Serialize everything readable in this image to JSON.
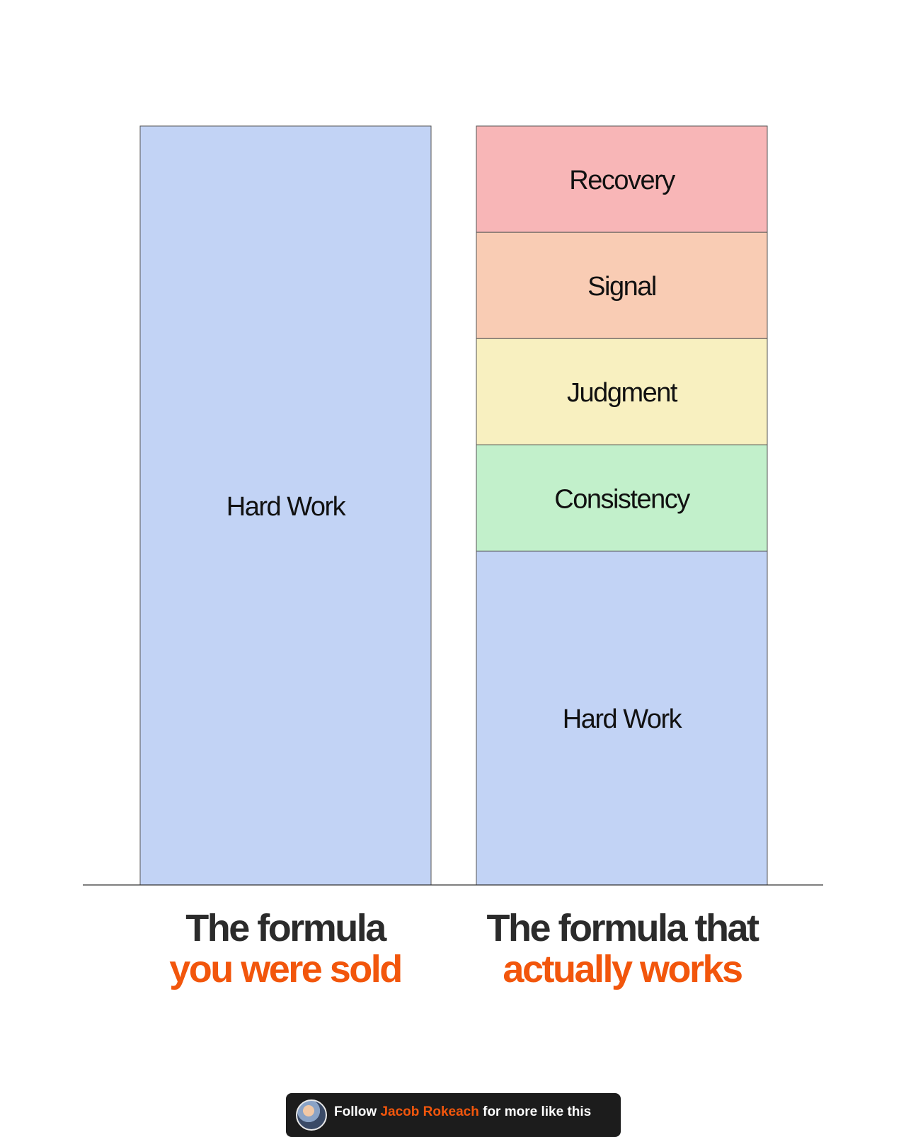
{
  "chart_data": {
    "type": "bar",
    "stacked": true,
    "categories": [
      "The formula you were sold",
      "The formula that actually works"
    ],
    "bars": [
      {
        "segments": [
          {
            "label": "Hard Work",
            "value": 1.0,
            "color": "#c2d3f5"
          }
        ]
      },
      {
        "segments": [
          {
            "label": "Hard Work",
            "value": 0.44,
            "color": "#c2d3f5"
          },
          {
            "label": "Consistency",
            "value": 0.14,
            "color": "#c2f0cb"
          },
          {
            "label": "Judgment",
            "value": 0.14,
            "color": "#f8f0c0"
          },
          {
            "label": "Signal",
            "value": 0.14,
            "color": "#f9ccb4"
          },
          {
            "label": "Recovery",
            "value": 0.14,
            "color": "#f8b6b7"
          }
        ]
      }
    ],
    "ylim": [
      0,
      1
    ],
    "grid": false,
    "legend": "none",
    "title": "",
    "xlabel": "",
    "ylabel": ""
  },
  "captions": {
    "left": {
      "line1": "The formula",
      "line2": "you were sold"
    },
    "right": {
      "line1": "The formula that",
      "line2": "actually works"
    }
  },
  "footer": {
    "prefix": "Follow ",
    "name": "Jacob Rokeach",
    "suffix": " for more like this"
  },
  "colors": {
    "accent": "#f2560c",
    "caption_text": "#2b2b2b",
    "outline": "#555555",
    "footer_bg": "#1c1c1c"
  }
}
